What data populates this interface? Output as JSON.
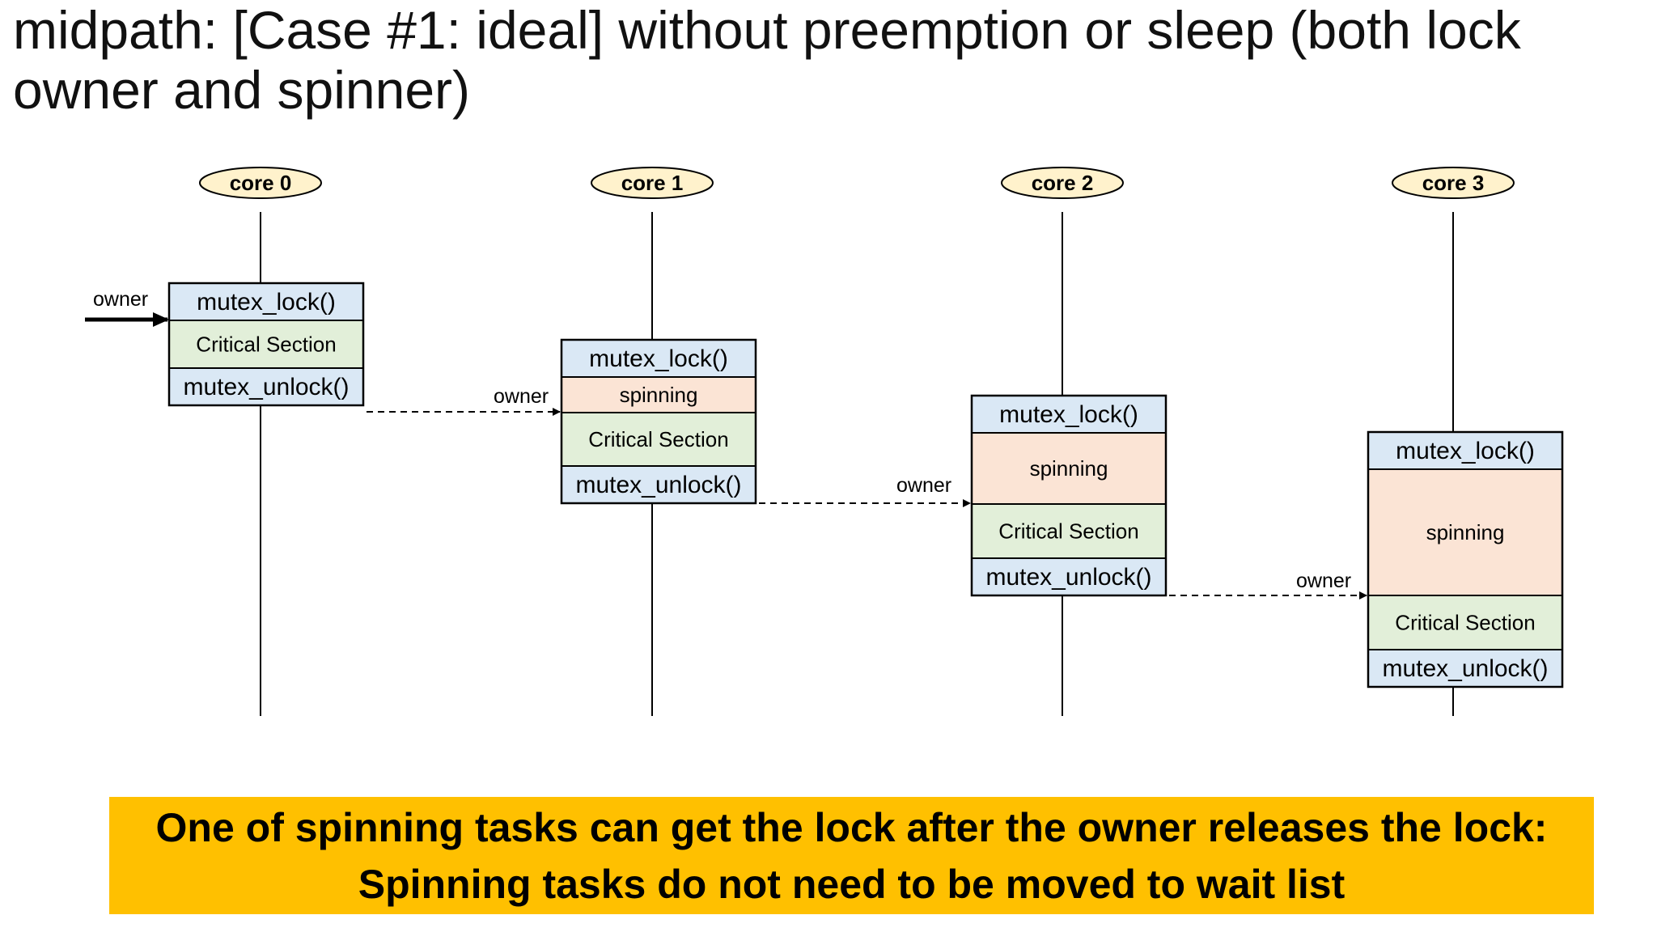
{
  "title": {
    "line1": "midpath: [Case #1: ideal] without preemption or sleep (both lock",
    "line2": "owner and spinner)"
  },
  "cores": [
    {
      "label": "core 0",
      "blocks": [
        {
          "kind": "lock",
          "text": "mutex_lock()"
        },
        {
          "kind": "critical",
          "text": "Critical Section"
        },
        {
          "kind": "unlock",
          "text": "mutex_unlock()"
        }
      ]
    },
    {
      "label": "core 1",
      "blocks": [
        {
          "kind": "lock",
          "text": "mutex_lock()"
        },
        {
          "kind": "spinning",
          "text": "spinning"
        },
        {
          "kind": "critical",
          "text": "Critical Section"
        },
        {
          "kind": "unlock",
          "text": "mutex_unlock()"
        }
      ]
    },
    {
      "label": "core 2",
      "blocks": [
        {
          "kind": "lock",
          "text": "mutex_lock()"
        },
        {
          "kind": "spinning",
          "text": "spinning"
        },
        {
          "kind": "critical",
          "text": "Critical Section"
        },
        {
          "kind": "unlock",
          "text": "mutex_unlock()"
        }
      ]
    },
    {
      "label": "core 3",
      "blocks": [
        {
          "kind": "lock",
          "text": "mutex_lock()"
        },
        {
          "kind": "spinning",
          "text": "spinning"
        },
        {
          "kind": "critical",
          "text": "Critical Section"
        },
        {
          "kind": "unlock",
          "text": "mutex_unlock()"
        }
      ]
    }
  ],
  "owner_label": "owner",
  "colors": {
    "lock": "#dae8f5",
    "spinning": "#fbe4d5",
    "critical": "#e2efd9",
    "unlock": "#dae8f5",
    "core_oval": "#fff2cc",
    "banner": "#ffc000"
  },
  "banner": {
    "line1": "One of spinning tasks can get the lock after the owner releases the lock:",
    "line2": "Spinning tasks do not need to be moved to wait list"
  }
}
